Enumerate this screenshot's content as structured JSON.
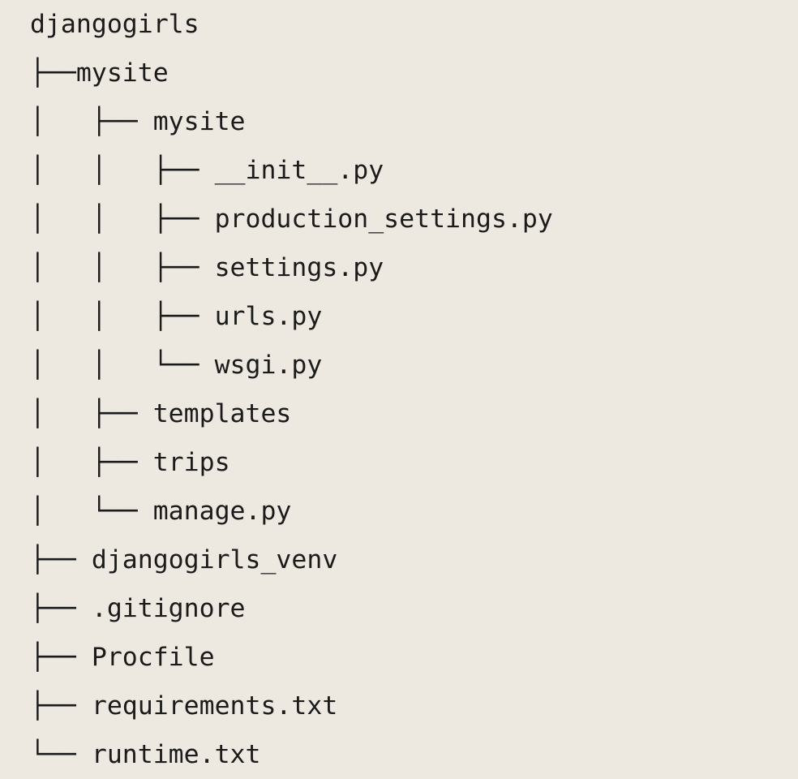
{
  "document": {
    "background_color": "#EDE8E0",
    "text_color": "#1B1B1B"
  },
  "tree": {
    "root": "djangogirls",
    "lines": [
      "djangogirls",
      "├──mysite",
      "│   ├── mysite",
      "│   │   ├── __init__.py",
      "│   │   ├── production_settings.py",
      "│   │   ├── settings.py",
      "│   │   ├── urls.py",
      "│   │   └── wsgi.py",
      "│   ├── templates",
      "│   ├── trips",
      "│   └── manage.py",
      "├── djangogirls_venv",
      "├── .gitignore",
      "├── Procfile",
      "├── requirements.txt",
      "└── runtime.txt"
    ]
  }
}
